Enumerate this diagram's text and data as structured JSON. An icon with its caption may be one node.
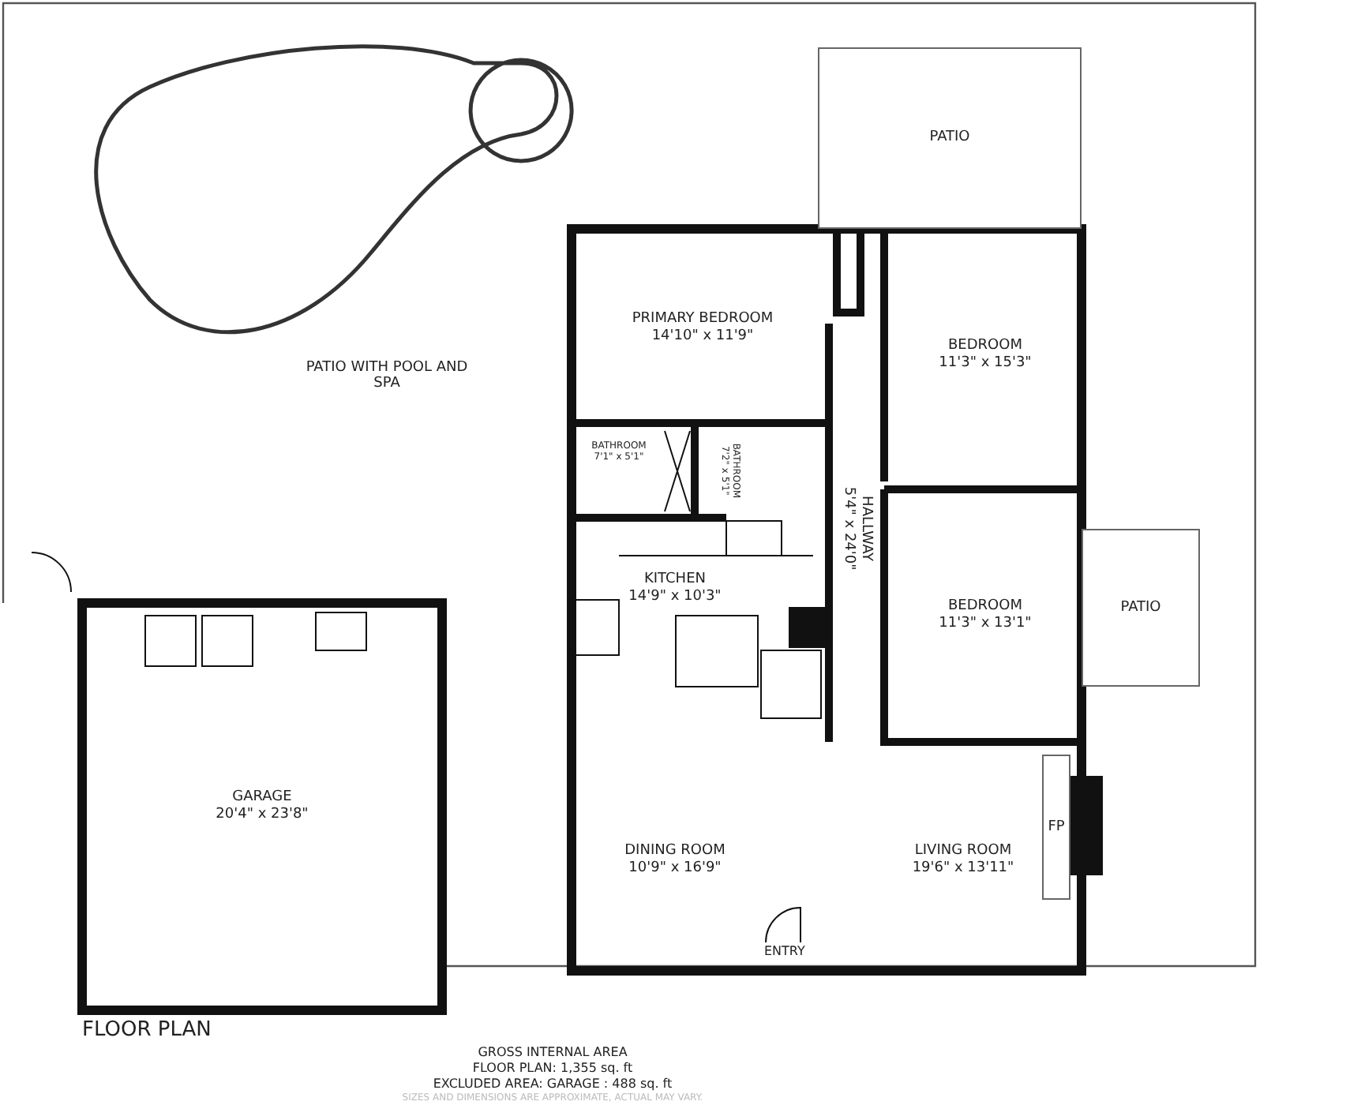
{
  "diagram": {
    "title": "FLOOR PLAN",
    "nodes": [
      {
        "text": [
          "PATIO"
        ]
      },
      {
        "text": [
          "PRIMARY BEDROOM",
          "14'10\" x 11'9\""
        ]
      },
      {
        "text": [
          "BEDROOM",
          "11'3\" x 15'3\""
        ]
      },
      {
        "text": [
          "BATHROOM",
          "7'1\" x 5'1\""
        ]
      },
      {
        "text": [
          "BATHROOM",
          "7'2\" x 5'1\""
        ]
      },
      {
        "text": [
          "HALLWAY",
          "5'4\" x 24'0\""
        ]
      },
      {
        "text": [
          "KITCHEN",
          "14'9\" x 10'3\""
        ]
      },
      {
        "text": [
          "BEDROOM",
          "11'3\" x 13'1\""
        ]
      },
      {
        "text": [
          "PATIO"
        ]
      },
      {
        "text": [
          "GARAGE",
          "20'4\" x 23'8\""
        ]
      },
      {
        "text": [
          "FP"
        ]
      },
      {
        "text": [
          "DINING ROOM",
          "10'9\" x 16'9\""
        ]
      },
      {
        "text": [
          "LIVING ROOM",
          "19'6\" x 13'11\""
        ]
      }
    ],
    "labels": [
      "PATIO WITH POOL AND SPA",
      "ENTRY",
      "GROSS INTERNAL AREA",
      "FLOOR PLAN: 1,355 sq. ft",
      "EXCLUDED AREA: GARAGE : 488 sq. ft",
      "SIZES AND DIMENSIONS ARE APPROXIMATE, ACTUAL MAY VARY."
    ]
  }
}
